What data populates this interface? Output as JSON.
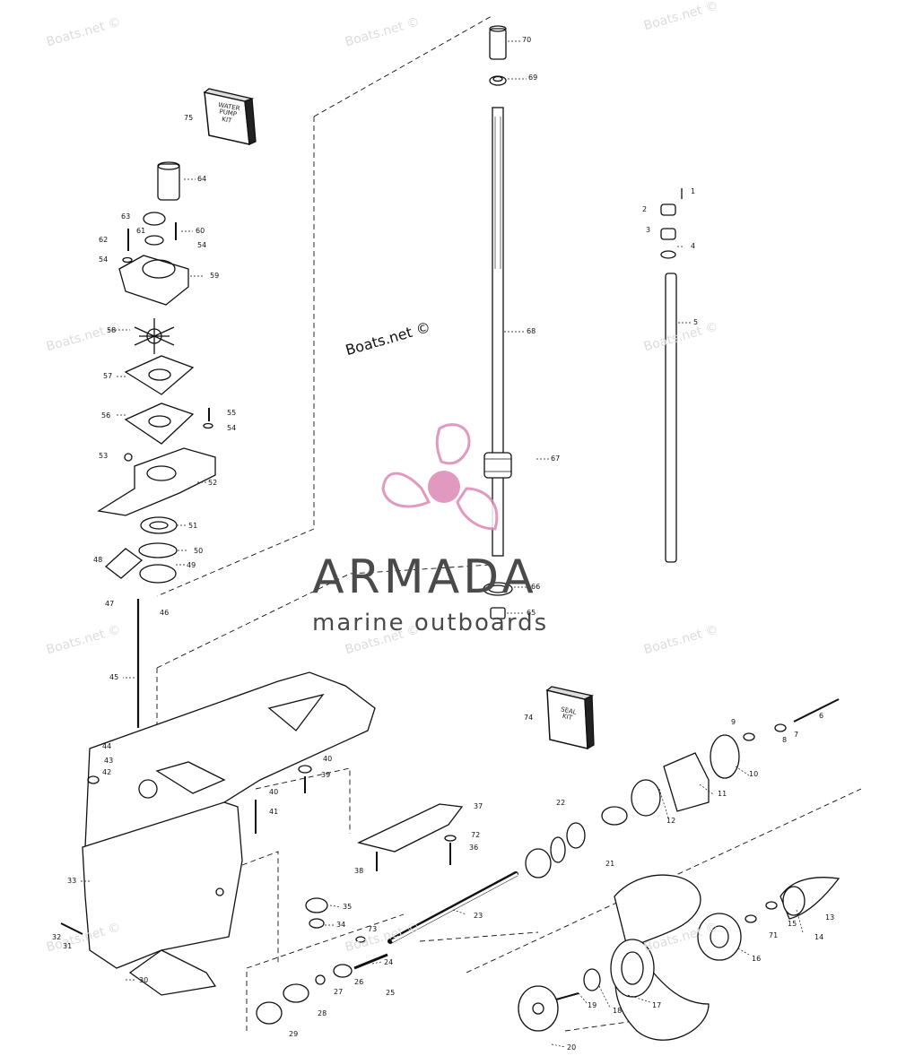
{
  "watermark": "Boats.net ©",
  "brand": {
    "name": "ARMADA",
    "tagline": "marine outboards",
    "accent": "#dd88b4",
    "text_color": "#4a4a4a"
  },
  "kits": {
    "water_pump_kit": "WATER\nPUMP\nKIT",
    "seal_kit": "SEAL\nKIT"
  },
  "callouts": [
    "1",
    "2",
    "3",
    "4",
    "5",
    "6",
    "7",
    "8",
    "9",
    "10",
    "11",
    "12",
    "13",
    "14",
    "15",
    "16",
    "17",
    "18",
    "19",
    "20",
    "21",
    "22",
    "23",
    "24",
    "25",
    "26",
    "27",
    "28",
    "29",
    "30",
    "31",
    "32",
    "33",
    "34",
    "35",
    "36",
    "37",
    "38",
    "39",
    "40",
    "40",
    "41",
    "42",
    "43",
    "44",
    "45",
    "46",
    "47",
    "48",
    "49",
    "50",
    "51",
    "52",
    "53",
    "54",
    "54",
    "54",
    "55",
    "56",
    "57",
    "58",
    "59",
    "60",
    "61",
    "62",
    "63",
    "64",
    "65",
    "66",
    "67",
    "68",
    "69",
    "70",
    "71",
    "72",
    "73",
    "74",
    "75"
  ]
}
